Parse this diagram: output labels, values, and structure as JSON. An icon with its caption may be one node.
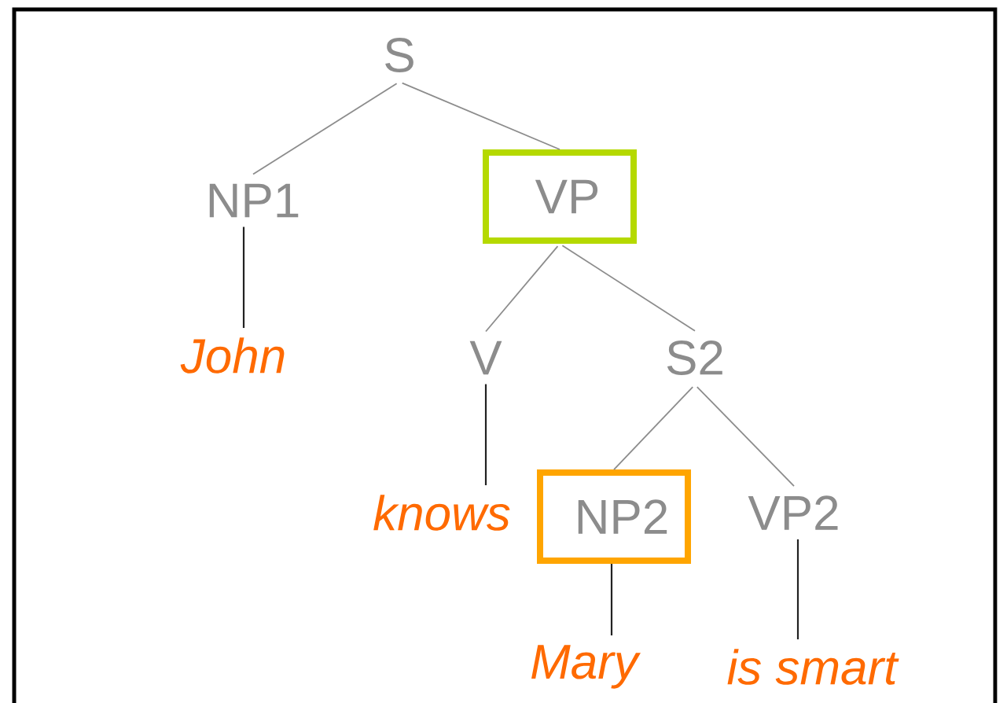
{
  "diagram": {
    "nodes": [
      {
        "text": [
          "S"
        ]
      },
      {
        "text": [
          "NP1"
        ]
      },
      {
        "text": [
          "VP"
        ]
      },
      {
        "text": [
          "John"
        ]
      },
      {
        "text": [
          "V"
        ]
      },
      {
        "text": [
          "S2"
        ]
      },
      {
        "text": [
          "knows"
        ]
      },
      {
        "text": [
          "NP2"
        ]
      },
      {
        "text": [
          "VP2"
        ]
      },
      {
        "text": [
          "Mary"
        ]
      },
      {
        "text": [
          "is smart"
        ]
      }
    ],
    "edges": [
      {
        "from": 0,
        "to": 1,
        "arrow": "none"
      },
      {
        "from": 0,
        "to": 2,
        "arrow": "none"
      },
      {
        "from": 1,
        "to": 3,
        "arrow": "none",
        "color": "#222222"
      },
      {
        "from": 2,
        "to": 4,
        "arrow": "none"
      },
      {
        "from": 2,
        "to": 5,
        "arrow": "none"
      },
      {
        "from": 4,
        "to": 6,
        "arrow": "none",
        "color": "#222222"
      },
      {
        "from": 5,
        "to": 7,
        "arrow": "none"
      },
      {
        "from": 5,
        "to": 8,
        "arrow": "none"
      },
      {
        "from": 7,
        "to": 9,
        "arrow": "none",
        "color": "#222222"
      },
      {
        "from": 8,
        "to": 10,
        "arrow": "none",
        "color": "#222222"
      }
    ]
  }
}
